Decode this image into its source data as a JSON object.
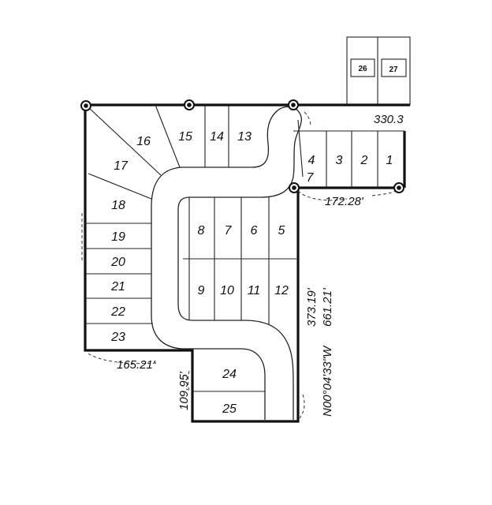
{
  "lots": [
    {
      "id": "1",
      "label": "1"
    },
    {
      "id": "2",
      "label": "2"
    },
    {
      "id": "3",
      "label": "3"
    },
    {
      "id": "4",
      "label": "4"
    },
    {
      "id": "5",
      "label": "5"
    },
    {
      "id": "6",
      "label": "6"
    },
    {
      "id": "7",
      "label": "7"
    },
    {
      "id": "8",
      "label": "8"
    },
    {
      "id": "9",
      "label": "9"
    },
    {
      "id": "10",
      "label": "10"
    },
    {
      "id": "11",
      "label": "11"
    },
    {
      "id": "12",
      "label": "12"
    },
    {
      "id": "13",
      "label": "13"
    },
    {
      "id": "14",
      "label": "14"
    },
    {
      "id": "15",
      "label": "15"
    },
    {
      "id": "16",
      "label": "16"
    },
    {
      "id": "17",
      "label": "17"
    },
    {
      "id": "18",
      "label": "18"
    },
    {
      "id": "19",
      "label": "19"
    },
    {
      "id": "20",
      "label": "20"
    },
    {
      "id": "21",
      "label": "21"
    },
    {
      "id": "22",
      "label": "22"
    },
    {
      "id": "23",
      "label": "23"
    },
    {
      "id": "24",
      "label": "24"
    },
    {
      "id": "25",
      "label": "25"
    },
    {
      "id": "26",
      "label": "26"
    },
    {
      "id": "27",
      "label": "27"
    }
  ],
  "extra_marks": {
    "lot4_partial": "7"
  },
  "dimensions": {
    "north_line": "330.3",
    "lots_1_4_south": "172.28'",
    "south_west": "165.21'",
    "lot24_west": "109.95'",
    "east_inner": "373.19'",
    "east_bearing": "N00°04'33\"W",
    "east_total": "661.21'"
  }
}
